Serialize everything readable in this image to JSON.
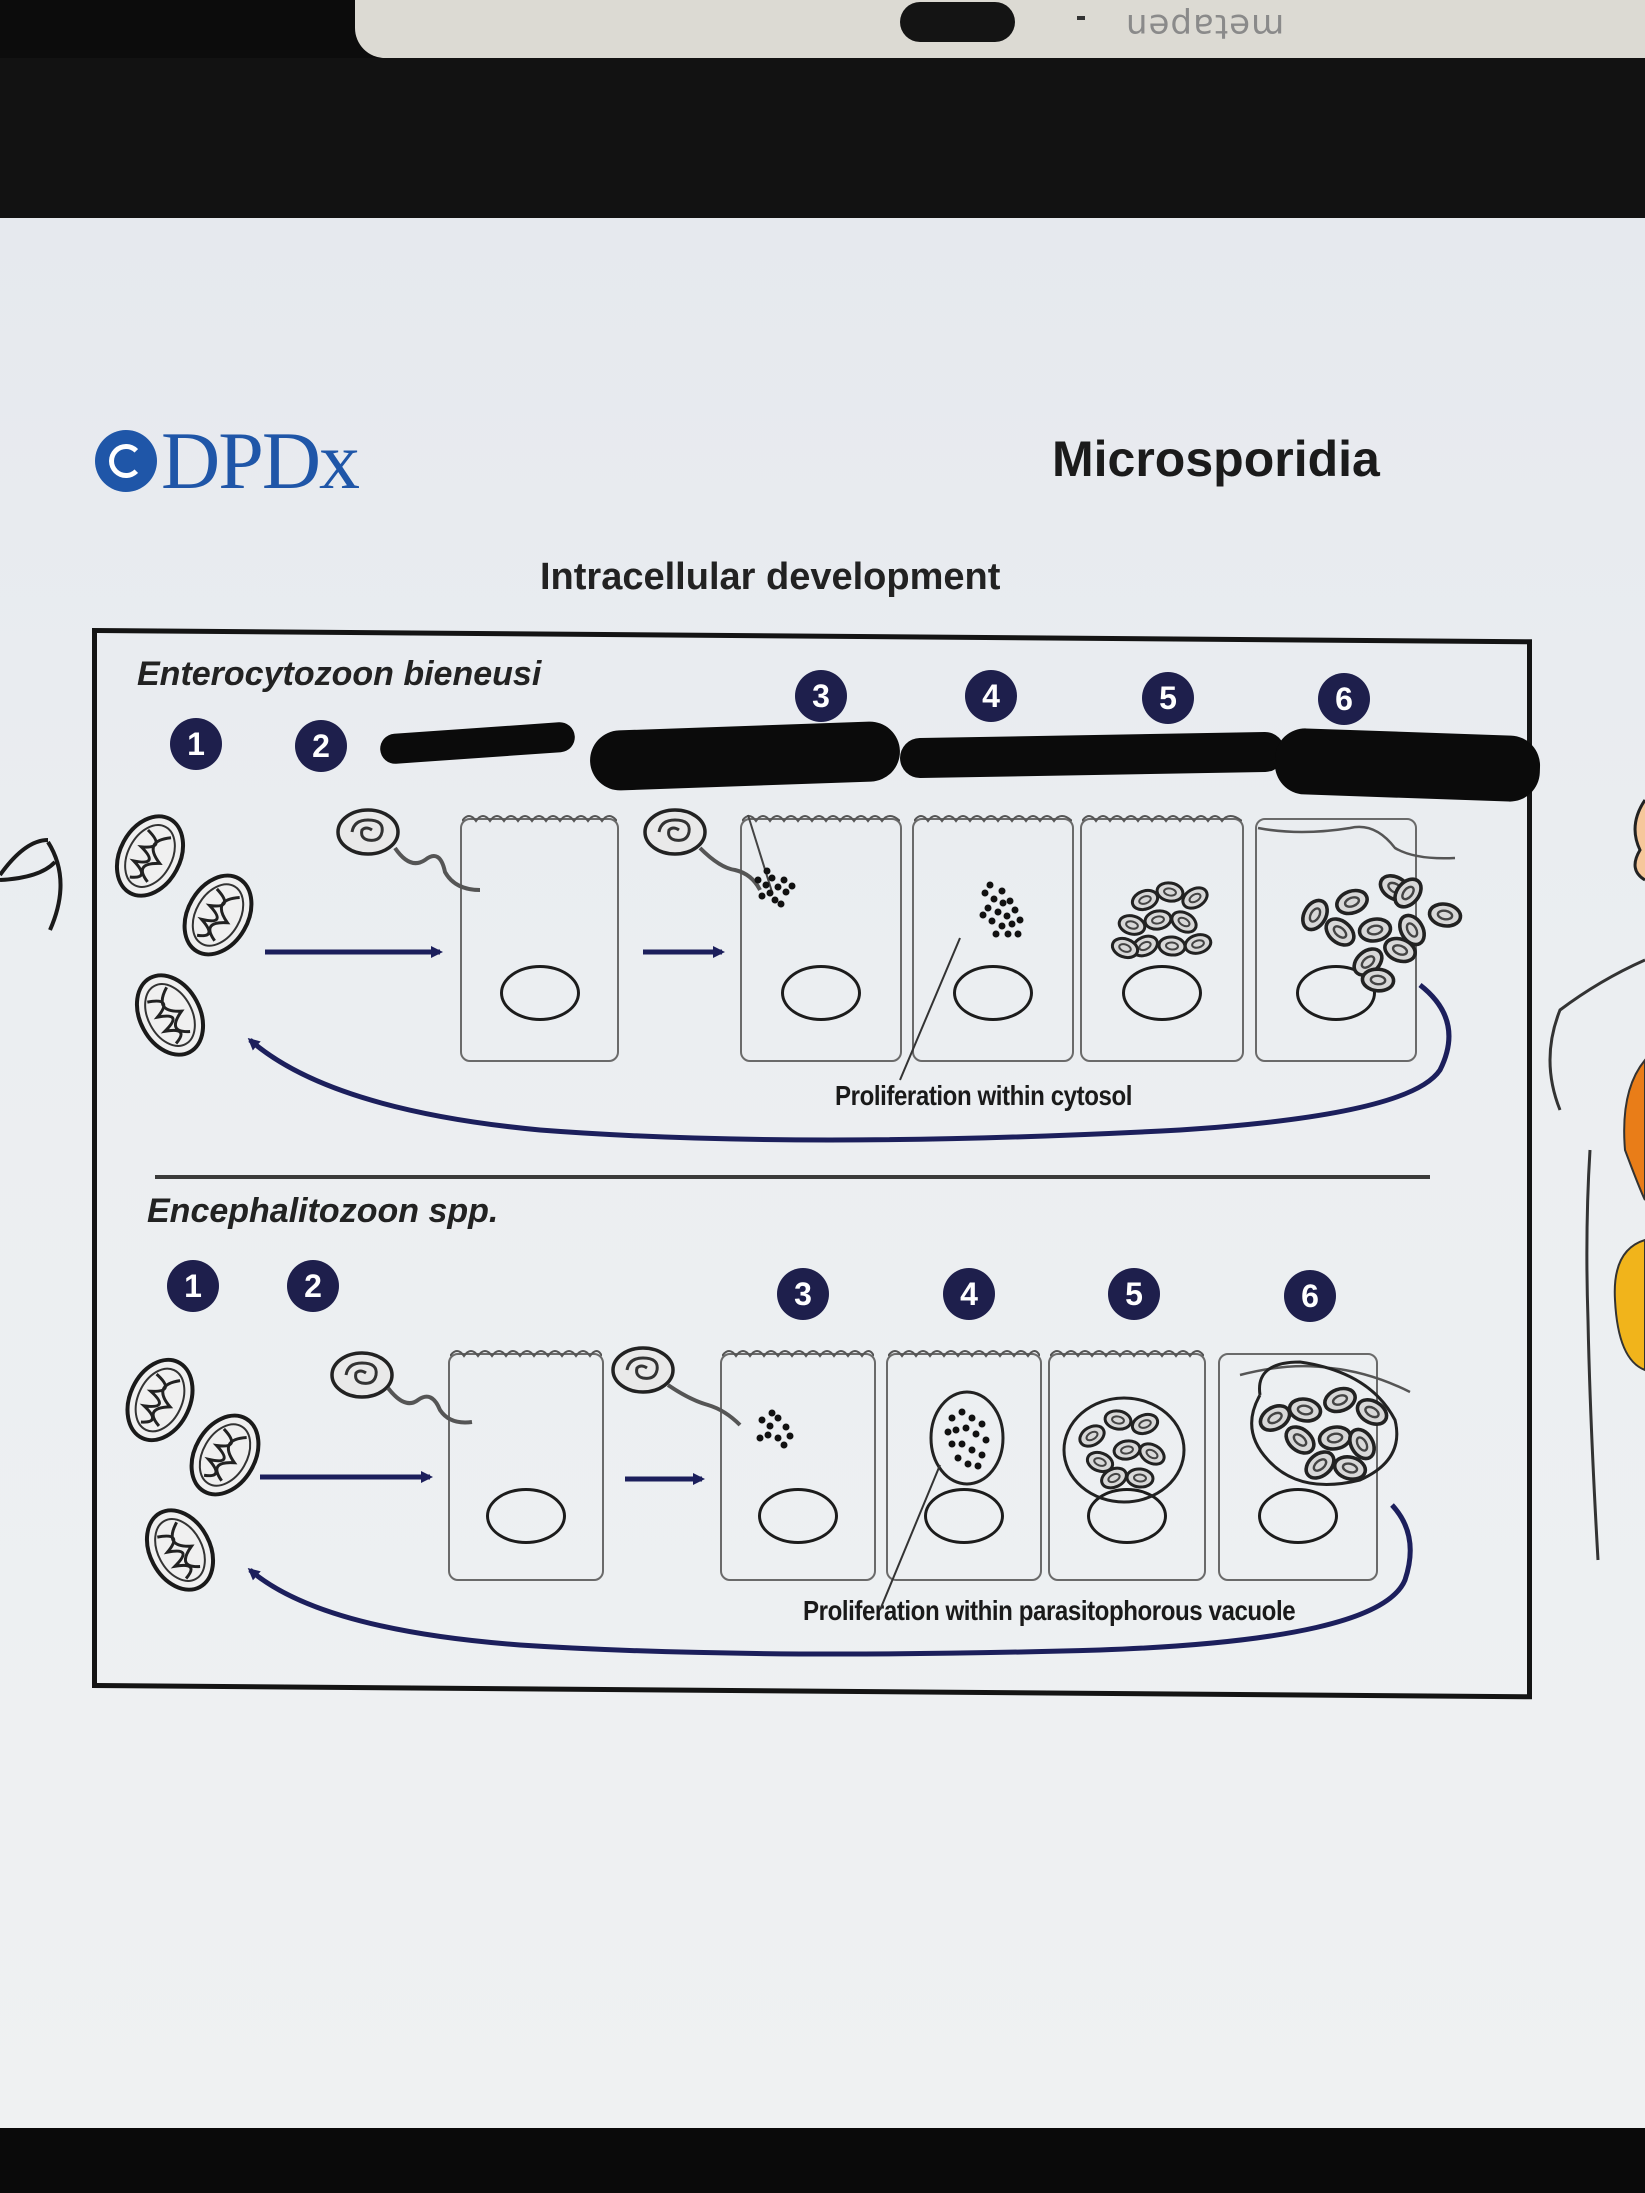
{
  "device": {
    "stylus_brand": "metapen"
  },
  "header": {
    "logo_text": "DPDx",
    "title": "Microsporidia",
    "subtitle": "Intracellular development"
  },
  "sections": [
    {
      "name": "Enterocytozoon bieneusi",
      "steps": [
        "1",
        "2",
        "3",
        "4",
        "5",
        "6"
      ],
      "caption": "Proliferation within cytosol"
    },
    {
      "name": "Encephalitozoon spp.",
      "steps": [
        "1",
        "2",
        "3",
        "4",
        "5",
        "6"
      ],
      "caption": "Proliferation within parasitophorous vacuole"
    }
  ],
  "colors": {
    "badge": "#1e1f4c",
    "arrow": "#1c1f5c",
    "logo": "#1f56a8"
  }
}
